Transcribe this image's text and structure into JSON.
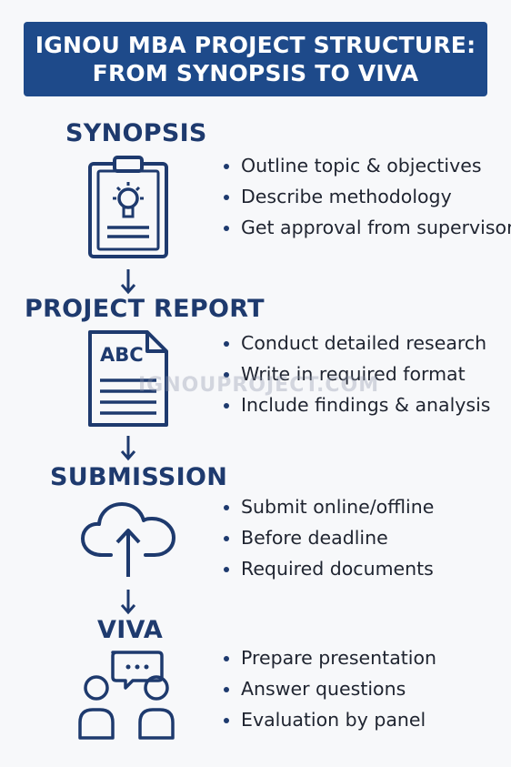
{
  "header": {
    "line1": "IGNOU MBA PROJECT STRUCTURE:",
    "line2": "FROM SYNOPSIS TO VIVA"
  },
  "stages": [
    {
      "title": "SYNOPSIS",
      "icon": "clipboard-lightbulb-icon",
      "bullets": [
        "Outline topic & objectives",
        "Describe methodology",
        "Get approval from supervisor"
      ]
    },
    {
      "title": "PROJECT REPORT",
      "icon": "abc-document-icon",
      "icon_text": "ABC",
      "bullets": [
        "Conduct detailed research",
        "Write in required format",
        "Include findings & analysis"
      ]
    },
    {
      "title": "SUBMISSION",
      "icon": "cloud-upload-icon",
      "bullets": [
        "Submit online/offline",
        "Before deadline",
        "Required documents"
      ]
    },
    {
      "title": "VIVA",
      "icon": "two-people-chat-icon",
      "bullets": [
        "Prepare presentation",
        "Answer questions",
        "Evaluation by panel"
      ]
    }
  ],
  "watermark": "IGNOUPROJECT.COM",
  "colors": {
    "primary": "#1e3a6e",
    "header_bg": "#1e4a8a",
    "background": "#f7f8fa"
  }
}
